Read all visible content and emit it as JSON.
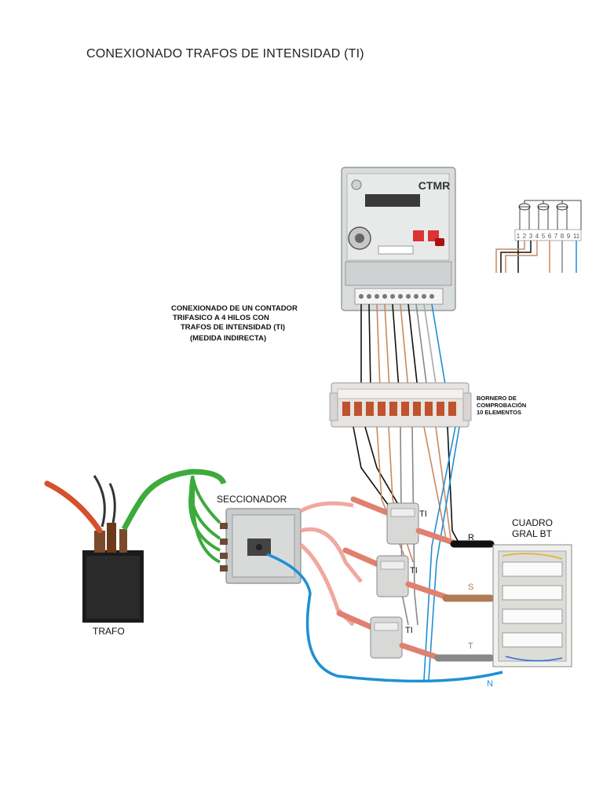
{
  "document": {
    "title": "CONEXIONADO TRAFOS DE INTENSIDAD (TI)"
  },
  "diagram": {
    "meter_brand": "CTMR",
    "meter_caption_lines": [
      "CONEXIONADO DE UN CONTADOR",
      "TRIFASICO A 4 HILOS CON",
      "TRAFOS DE INTENSIDAD (TI)",
      "(MEDIDA INDIRECTA)"
    ],
    "terminal_block_lines": [
      "BORNERO DE",
      "COMPROBACIÓN",
      "10 ELEMENTOS"
    ],
    "terminal_numbers": [
      "1",
      "2",
      "3",
      "4",
      "5",
      "6",
      "7",
      "8",
      "9",
      "11"
    ],
    "disconnector_label": "SECCIONADOR",
    "transformer_label": "TRAFO",
    "ct_label": "TI",
    "panel_label_lines": [
      "CUADRO",
      "GRAL BT"
    ],
    "phases": [
      {
        "name": "R",
        "color": "#111111"
      },
      {
        "name": "S",
        "color": "#b07a55"
      },
      {
        "name": "T",
        "color": "#888888"
      },
      {
        "name": "N",
        "color": "#1f8fd6"
      }
    ]
  },
  "colors": {
    "neutral_wire": "#1f8fd6",
    "mv_cable": "#3daa3d",
    "primary_bar": "#f0a8a0",
    "secondary_brown": "#c88a5e",
    "secondary_black": "#1a1a1a"
  }
}
